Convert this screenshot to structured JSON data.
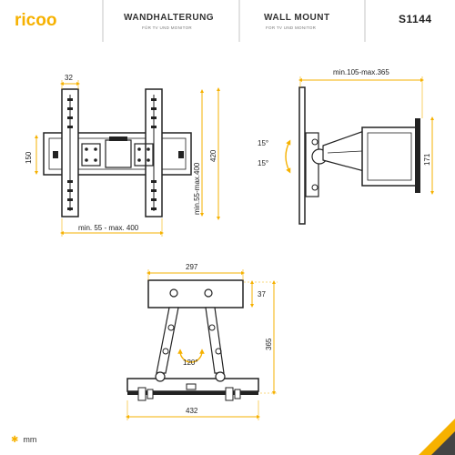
{
  "header": {
    "brand": "ricoo",
    "title_de": "WANDHALTERUNG",
    "sub_de": "FÜR TV UND MONITOR",
    "title_en": "WALL MOUNT",
    "sub_en": "FOR TV UND MONITOR",
    "sku": "S1144"
  },
  "front_view": {
    "top_width": "32",
    "vesa_height": "150",
    "mount_height": "420",
    "rail_spacing": "min.55-max.400",
    "horizontal_spacing": "min. 55 - max. 400"
  },
  "side_view": {
    "depth": "min.105-max.365",
    "tilt_up": "15°",
    "tilt_down": "15°",
    "plate_height": "171"
  },
  "top_view": {
    "plate_width": "297",
    "plate_depth": "37",
    "arm_extension": "365",
    "rotation": "120°",
    "tv_width": "432"
  },
  "footer": {
    "unit": "mm"
  },
  "colors": {
    "accent": "#f6b100",
    "line": "#222222",
    "dim_line": "#f6b100"
  }
}
